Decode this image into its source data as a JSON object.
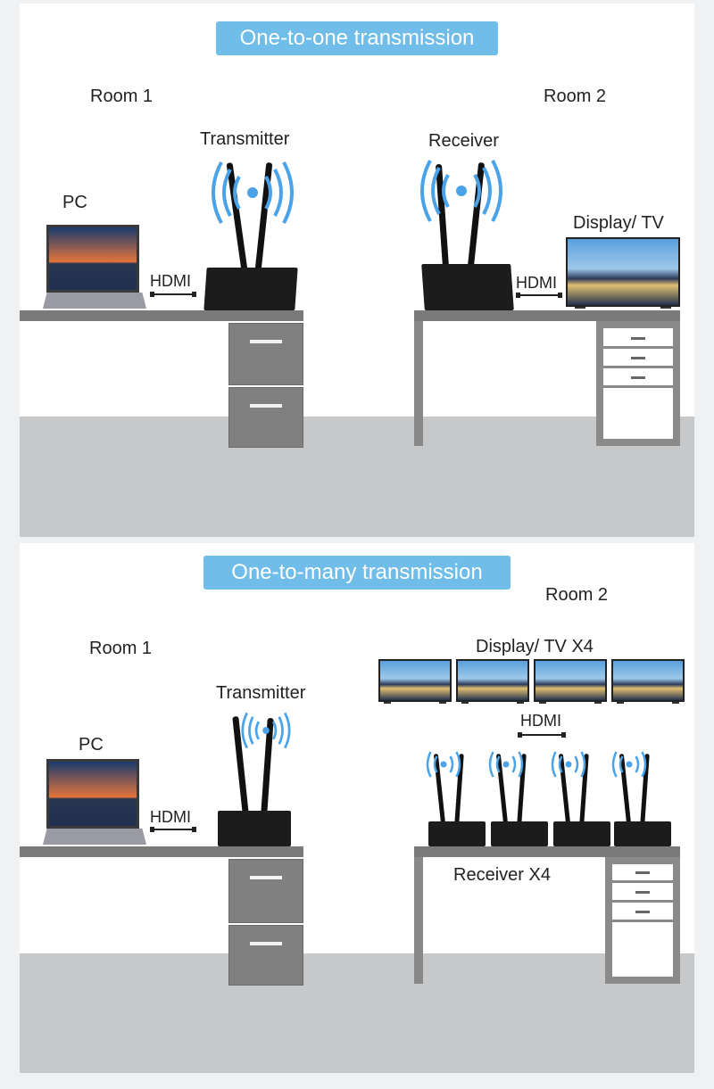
{
  "colors": {
    "badge": "#6fbde8",
    "wifi": "#4aa3e8",
    "floor": "#c7c8ca"
  },
  "top": {
    "title": "One-to-one transmission",
    "room1": "Room 1",
    "room2": "Room 2",
    "pc": "PC",
    "transmitter": "Transmitter",
    "receiver": "Receiver",
    "display": "Display/ TV",
    "hdmi_left": "HDMI",
    "hdmi_right": "HDMI"
  },
  "bottom": {
    "title": "One-to-many transmission",
    "room1": "Room 1",
    "room2": "Room 2",
    "pc": "PC",
    "transmitter": "Transmitter",
    "display": "Display/ TV X4",
    "hdmi_left": "HDMI",
    "hdmi_top": "HDMI",
    "receiver": "Receiver X4"
  }
}
